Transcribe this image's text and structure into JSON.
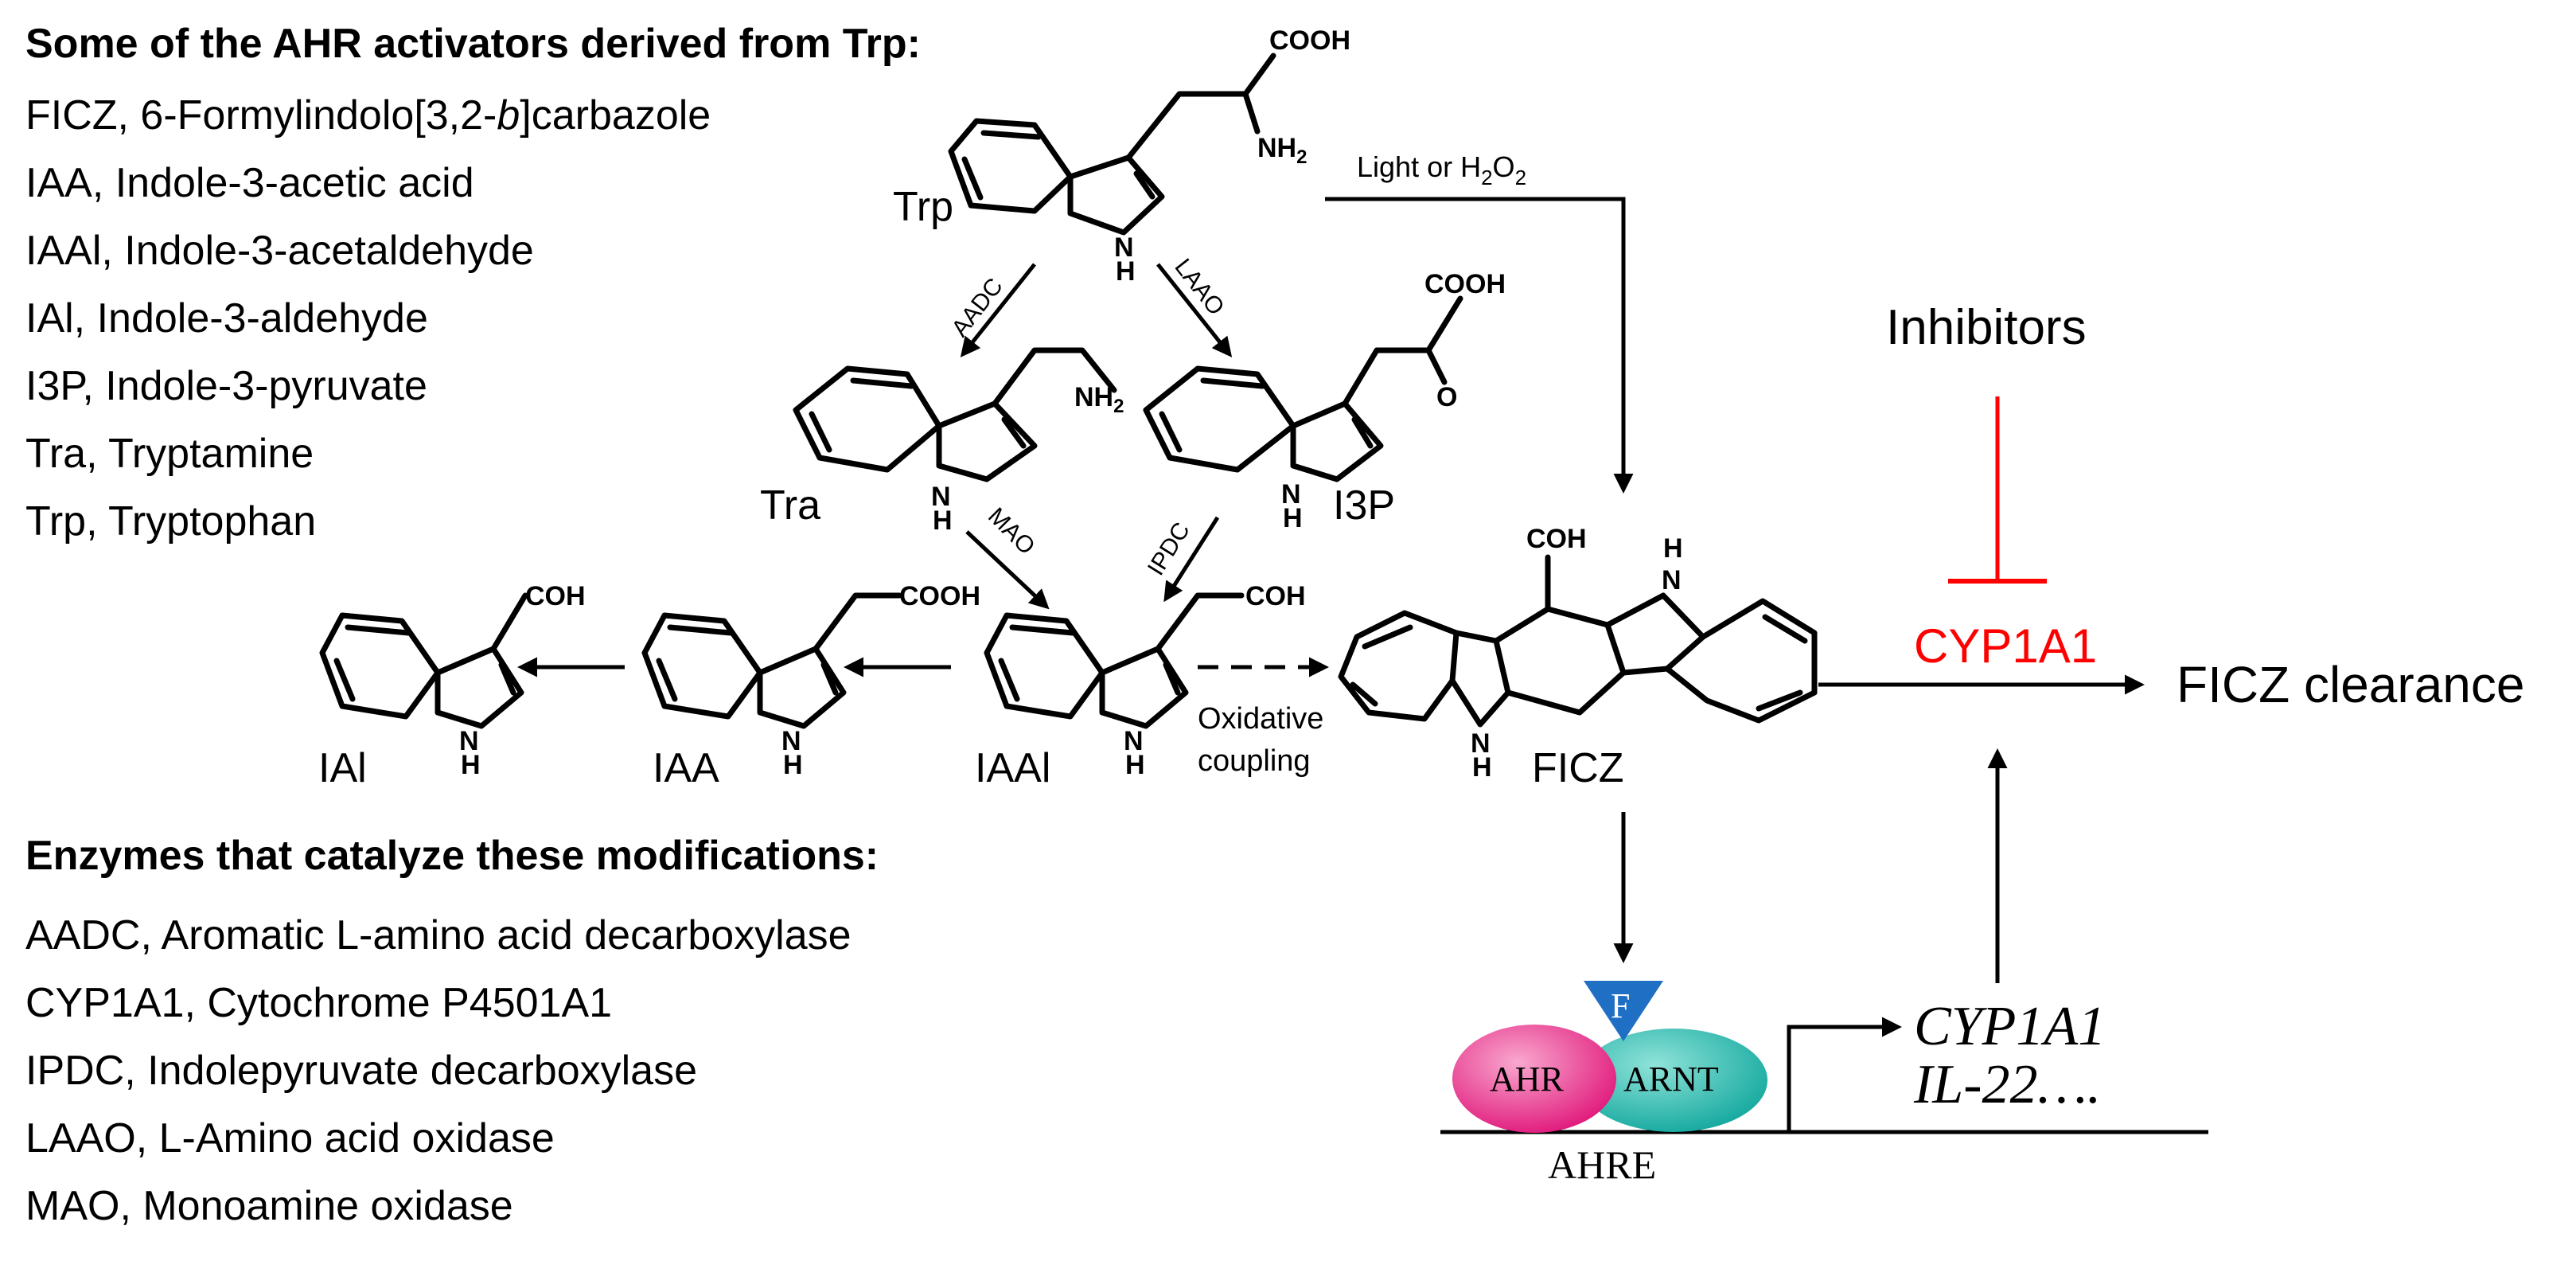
{
  "activators": {
    "heading": "Some of the AHR activators derived from Trp:",
    "items": [
      {
        "pre": "FICZ, 6-Formylindolo[3,2-",
        "italic": "b",
        "post": "]carbazole"
      },
      {
        "pre": "IAA, Indole-3-acetic acid",
        "italic": "",
        "post": ""
      },
      {
        "pre": "IAAl, Indole-3-acetaldehyde",
        "italic": "",
        "post": ""
      },
      {
        "pre": "IAl, Indole-3-aldehyde",
        "italic": "",
        "post": ""
      },
      {
        "pre": "I3P, Indole-3-pyruvate",
        "italic": "",
        "post": ""
      },
      {
        "pre": "Tra, Tryptamine",
        "italic": "",
        "post": ""
      },
      {
        "pre": "Trp, Tryptophan",
        "italic": "",
        "post": ""
      }
    ]
  },
  "enzymes": {
    "heading": "Enzymes that catalyze these modifications:",
    "items": [
      "AADC, Aromatic L-amino acid decarboxylase",
      "CYP1A1, Cytochrome P4501A1",
      "IPDC, Indolepyruvate decarboxylase",
      "LAAO, L-Amino acid oxidase",
      "MAO, Monoamine oxidase"
    ]
  },
  "compounds": {
    "trp": "Trp",
    "tra": "Tra",
    "i3p": "I3P",
    "iaal": "IAAl",
    "iaa": "IAA",
    "ial": "IAl",
    "ficz": "FICZ"
  },
  "atoms": {
    "cooh": "COOH",
    "nh2": "NH",
    "sub2": "2",
    "n": "N",
    "h": "H",
    "o": "O",
    "coh": "COH"
  },
  "enzyme_labels": {
    "aadc": "AADC",
    "laao": "LAAO",
    "mao": "MAO",
    "ipdc": "IPDC"
  },
  "reactions": {
    "light_pre": "Light or H",
    "light_sub": "2",
    "light_mid": "O",
    "light_sub2": "2",
    "oxidative1": "Oxidative",
    "oxidative2": "coupling"
  },
  "regulation": {
    "inhibitors": "Inhibitors",
    "cyp1a1": "CYP1A1",
    "clearance": "FICZ clearance",
    "inhibit_color": "#ff0000"
  },
  "receptor": {
    "ahr": "AHR",
    "arnt": "ARNT",
    "ligand": "F",
    "ahre": "AHRE",
    "gene1": "CYP1A1",
    "gene2": "IL-22….",
    "ahr_color": "#e0177a",
    "arnt_color": "#13a89e",
    "ligand_color": "#1f6fc4"
  }
}
